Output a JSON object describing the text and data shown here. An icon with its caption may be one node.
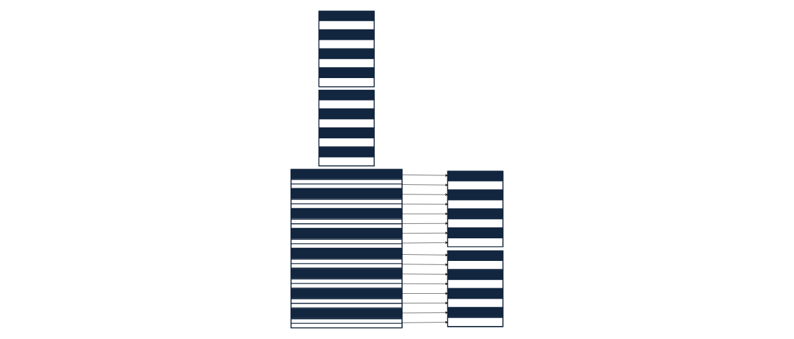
{
  "diagram": {
    "nodes": [
      {
        "text": [],
        "shape": "box"
      },
      {
        "text": [],
        "shape": "bar",
        "in": 0
      },
      {
        "text": [],
        "shape": "bar",
        "in": 0
      },
      {
        "text": [],
        "shape": "bar",
        "in": 0
      },
      {
        "text": [],
        "shape": "bar",
        "in": 0
      },
      {
        "text": [],
        "shape": "bar",
        "in": 0
      },
      {
        "text": [],
        "shape": "bar",
        "in": 0
      },
      {
        "text": [],
        "shape": "bar",
        "in": 0
      },
      {
        "text": [],
        "shape": "bar",
        "in": 0
      },
      {
        "text": [],
        "shape": "bar",
        "in": 0
      },
      {
        "text": [],
        "shape": "bar",
        "in": 0
      },
      {
        "text": [],
        "shape": "bar",
        "in": 0
      },
      {
        "text": [],
        "shape": "bar",
        "in": 0
      },
      {
        "text": [],
        "shape": "bar",
        "in": 0
      },
      {
        "text": [],
        "shape": "bar",
        "in": 0
      },
      {
        "text": [],
        "shape": "bar",
        "in": 0
      },
      {
        "text": [],
        "shape": "bar",
        "in": 0
      },
      {
        "text": [],
        "shape": "box"
      },
      {
        "text": [],
        "shape": "bar",
        "in": 17
      },
      {
        "text": [],
        "shape": "bar",
        "in": 17
      },
      {
        "text": [],
        "shape": "bar",
        "in": 17
      },
      {
        "text": [],
        "shape": "bar",
        "in": 17
      },
      {
        "text": [],
        "shape": "bar",
        "in": 17
      },
      {
        "text": [],
        "shape": "bar",
        "in": 17
      },
      {
        "text": [],
        "shape": "bar",
        "in": 17
      },
      {
        "text": [],
        "shape": "bar",
        "in": 17
      },
      {
        "text": [],
        "shape": "box"
      },
      {
        "text": [],
        "shape": "bar",
        "in": 26
      },
      {
        "text": [],
        "shape": "bar",
        "in": 26
      },
      {
        "text": [],
        "shape": "bar",
        "in": 26
      },
      {
        "text": [],
        "shape": "bar",
        "in": 26
      },
      {
        "text": [],
        "shape": "bar",
        "in": 26
      },
      {
        "text": [],
        "shape": "bar",
        "in": 26
      },
      {
        "text": [],
        "shape": "bar",
        "in": 26
      },
      {
        "text": [],
        "shape": "bar",
        "in": 26
      },
      {
        "text": [],
        "shape": "box"
      },
      {
        "text": [],
        "shape": "bar",
        "in": 35
      },
      {
        "text": [],
        "shape": "bar",
        "in": 35
      },
      {
        "text": [],
        "shape": "bar",
        "in": 35
      },
      {
        "text": [],
        "shape": "bar",
        "in": 35
      },
      {
        "text": [],
        "shape": "bar",
        "in": 35
      },
      {
        "text": [],
        "shape": "bar",
        "in": 35
      },
      {
        "text": [],
        "shape": "bar",
        "in": 35
      },
      {
        "text": [],
        "shape": "bar",
        "in": 35
      },
      {
        "text": [],
        "shape": "box"
      },
      {
        "text": [],
        "shape": "bar",
        "in": 44
      },
      {
        "text": [],
        "shape": "bar",
        "in": 44
      },
      {
        "text": [],
        "shape": "bar",
        "in": 44
      },
      {
        "text": [],
        "shape": "bar",
        "in": 44
      },
      {
        "text": [],
        "shape": "bar",
        "in": 44
      },
      {
        "text": [],
        "shape": "bar",
        "in": 44
      },
      {
        "text": [],
        "shape": "bar",
        "in": 44
      },
      {
        "text": [],
        "shape": "bar",
        "in": 44
      }
    ],
    "edges": [
      {
        "from": 1,
        "to": 18,
        "arrow": "to"
      },
      {
        "from": 2,
        "to": 19,
        "arrow": "to"
      },
      {
        "from": 3,
        "to": 20,
        "arrow": "to"
      },
      {
        "from": 4,
        "to": 21,
        "arrow": "to"
      },
      {
        "from": 5,
        "to": 22,
        "arrow": "to"
      },
      {
        "from": 6,
        "to": 23,
        "arrow": "to"
      },
      {
        "from": 7,
        "to": 24,
        "arrow": "to"
      },
      {
        "from": 8,
        "to": 25,
        "arrow": "to"
      },
      {
        "from": 9,
        "to": 36,
        "arrow": "to"
      },
      {
        "from": 10,
        "to": 37,
        "arrow": "to"
      },
      {
        "from": 11,
        "to": 38,
        "arrow": "to"
      },
      {
        "from": 12,
        "to": 39,
        "arrow": "to"
      },
      {
        "from": 13,
        "to": 40,
        "arrow": "to"
      },
      {
        "from": 14,
        "to": 41,
        "arrow": "to"
      },
      {
        "from": 15,
        "to": 42,
        "arrow": "to"
      },
      {
        "from": 16,
        "to": 43,
        "arrow": "to"
      }
    ]
  }
}
